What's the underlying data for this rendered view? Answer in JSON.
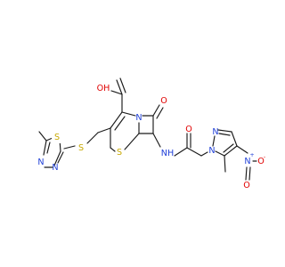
{
  "molecule": {
    "atom_labels": {
      "thiadiazole_s": "S",
      "thiadiazole_n1": "N",
      "thiadiazole_n2": "N",
      "linker_s": "S",
      "acid_o": "OH",
      "ring_n": "N",
      "ring_s": "S",
      "lactam_o": "O",
      "amide_nh": "NH",
      "amide_o": "O",
      "pyrazole_n1": "N",
      "pyrazole_n2": "N",
      "nitro_n": "N",
      "nitro_o1": "O",
      "nitro_o2": "O"
    },
    "charges": {
      "nitro_n": "+",
      "nitro_o2": "-"
    }
  },
  "colors": {
    "carbon_bond": "#1a1a1a",
    "sulfur": "#c8a800",
    "nitrogen": "#1f3fd8",
    "oxygen": "#e00000"
  }
}
